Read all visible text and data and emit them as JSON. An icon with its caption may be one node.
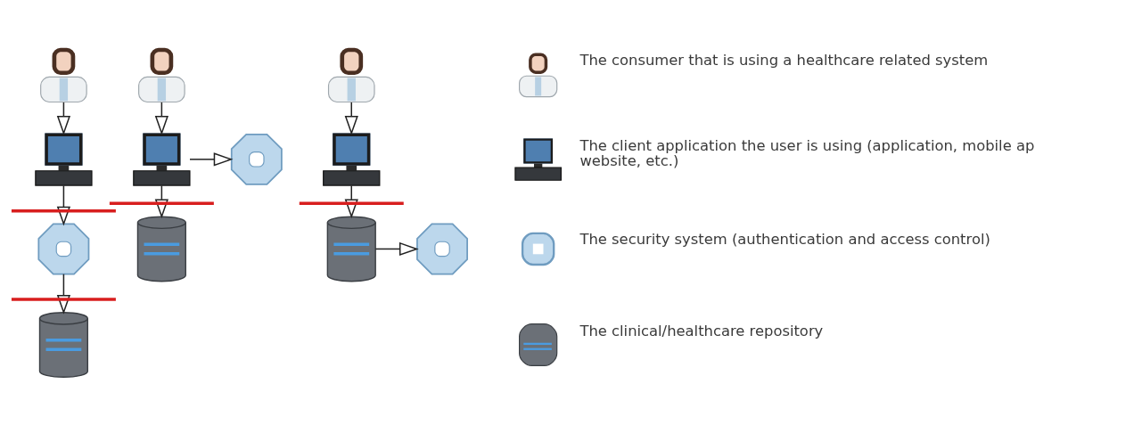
{
  "diagram": {
    "nodes": [
      {
        "text": [],
        "shape": "person"
      },
      {
        "text": [],
        "shape": "computer"
      },
      {
        "text": [],
        "shape": "gear"
      },
      {
        "text": [],
        "shape": "cylinder"
      },
      {
        "text": [],
        "shape": "person"
      },
      {
        "text": [],
        "shape": "computer"
      },
      {
        "text": [],
        "shape": "gear"
      },
      {
        "text": [],
        "shape": "cylinder"
      },
      {
        "text": [],
        "shape": "person"
      },
      {
        "text": [],
        "shape": "computer"
      },
      {
        "text": [],
        "shape": "cylinder"
      },
      {
        "text": [],
        "shape": "gear"
      }
    ],
    "edges": [
      {
        "from": 0,
        "to": 1,
        "arrow": "to"
      },
      {
        "from": 1,
        "to": 2,
        "arrow": "to"
      },
      {
        "from": 2,
        "to": 3,
        "arrow": "to"
      },
      {
        "from": 4,
        "to": 5,
        "arrow": "to"
      },
      {
        "from": 5,
        "to": 6,
        "arrow": "to"
      },
      {
        "from": 5,
        "to": 7,
        "arrow": "to"
      },
      {
        "from": 8,
        "to": 9,
        "arrow": "to"
      },
      {
        "from": 9,
        "to": 10,
        "arrow": "to"
      },
      {
        "from": 10,
        "to": 11,
        "arrow": "to"
      }
    ],
    "legend": [
      {
        "text": "The consumer that is using a healthcare related system"
      },
      {
        "text": "The client application the user is using (application, mobile ap website, etc.)"
      },
      {
        "text": "The security system (authentication and access control)"
      },
      {
        "text": "The clinical/healthcare repository"
      }
    ]
  }
}
